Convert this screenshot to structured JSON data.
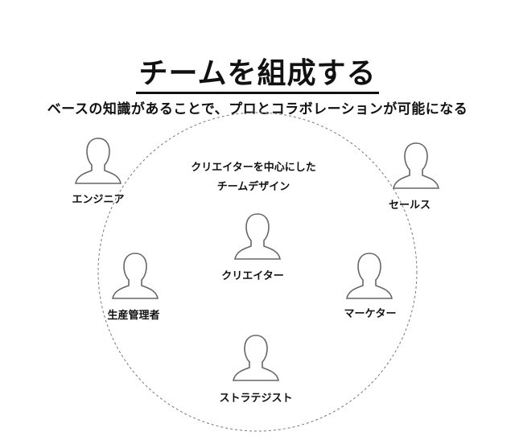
{
  "title": "チームを組成する",
  "subtitle": "ベースの知識があることで、プロとコラボレーションが可能になる",
  "center_note": [
    "クリエイターを中心にした",
    "チームデザイン"
  ],
  "roles": {
    "engineer": "エンジニア",
    "sales": "セールス",
    "creator": "クリエイター",
    "production": "生産管理者",
    "marketer": "マーケター",
    "strategist": "ストラテジスト"
  },
  "icon": "person-silhouette-icon"
}
